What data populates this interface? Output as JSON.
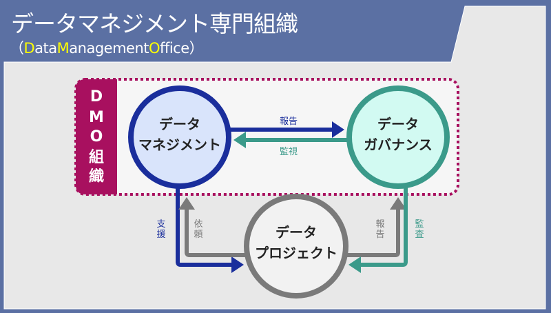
{
  "header": {
    "title": "データマネジメント専門組織",
    "subtitle_open": "（",
    "subtitle_parts": [
      "D",
      "ata",
      "M",
      "anagement",
      "O",
      "ffice"
    ],
    "subtitle_close": "）"
  },
  "dmo_label": [
    "D",
    "M",
    "O",
    "組",
    "織"
  ],
  "nodes": {
    "management": {
      "line1": "データ",
      "line2": "マネジメント"
    },
    "governance": {
      "line1": "データ",
      "line2": "ガバナンス"
    },
    "project": {
      "line1": "データ",
      "line2": "プロジェクト"
    }
  },
  "edges": {
    "mgmt_to_gov": "報告",
    "gov_to_mgmt": "監視",
    "mgmt_to_proj": [
      "支",
      "援"
    ],
    "proj_to_mgmt": [
      "依",
      "頼"
    ],
    "proj_to_gov": [
      "報",
      "告"
    ],
    "gov_to_proj": [
      "監",
      "査"
    ]
  },
  "colors": {
    "frame": "#5b70a3",
    "panel": "#e8e8e8",
    "dmo": "#a8105f",
    "management": "#1a2e9c",
    "governance": "#3b9a8a",
    "project": "#7a7a7a",
    "highlight": "#ffff00"
  }
}
